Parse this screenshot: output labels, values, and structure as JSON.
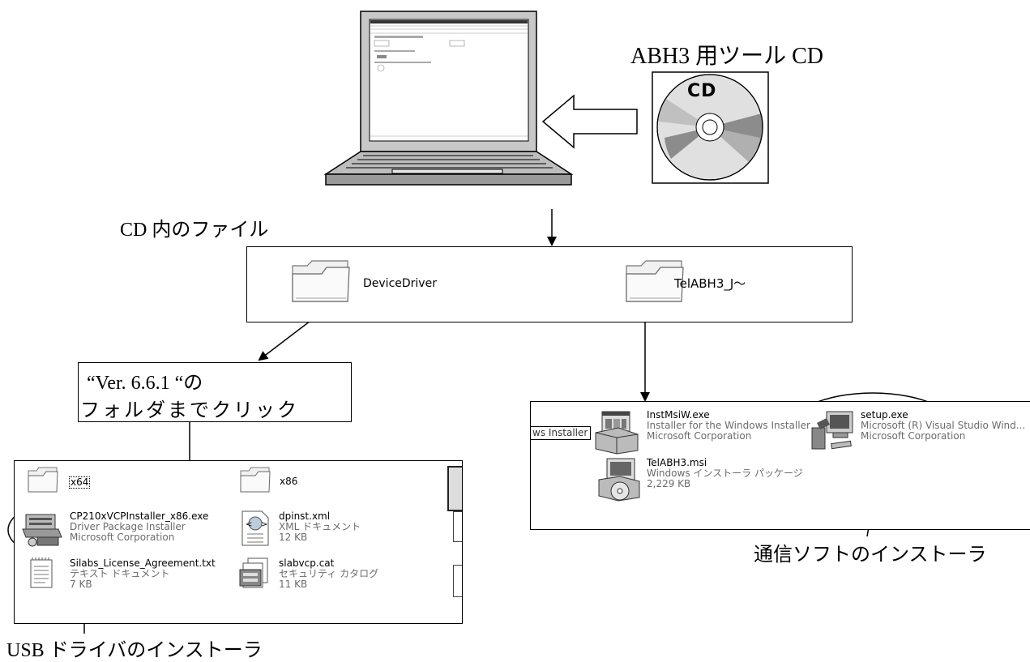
{
  "cd_label": "ABH3 用ツール CD",
  "cd_disc_text": "CD",
  "cd_files_label": "CD 内のファイル",
  "folders": {
    "device_driver": "DeviceDriver",
    "tel_abh3": "TelABH3_J～"
  },
  "version_note": {
    "line1": "“Ver. 6.6.1 “の",
    "line2": "フォルダまでクリック"
  },
  "driver_files": {
    "x64": "x64",
    "x86": "x86",
    "cp210x": {
      "name": "CP210xVCPInstaller_x86.exe",
      "desc1": "Driver Package Installer",
      "desc2": "Microsoft Corporation"
    },
    "dpinst": {
      "name": "dpinst.xml",
      "desc1": "XML ドキュメント",
      "desc2": "12 KB"
    },
    "silabs": {
      "name": "Silabs_License_Agreement.txt",
      "desc1": "テキスト ドキュメント",
      "desc2": "7 KB"
    },
    "slabvcp": {
      "name": "slabvcp.cat",
      "desc1": "セキュリティ カタログ",
      "desc2": "11 KB"
    }
  },
  "tel_files": {
    "partial": "ws Installer",
    "instmsiw": {
      "name": "InstMsiW.exe",
      "desc1": "Installer for the Windows Installer",
      "desc2": "Microsoft Corporation"
    },
    "setup": {
      "name": "setup.exe",
      "desc1": "Microsoft (R) Visual Studio Wind...",
      "desc2": "Microsoft Corporation"
    },
    "telabh3msi": {
      "name": "TelABH3.msi",
      "desc1": "Windows インストーラ パッケージ",
      "desc2": "2,229 KB"
    }
  },
  "usb_installer_label": "USB ドライバのインストーラ",
  "comm_installer_label": "通信ソフトのインストーラ"
}
